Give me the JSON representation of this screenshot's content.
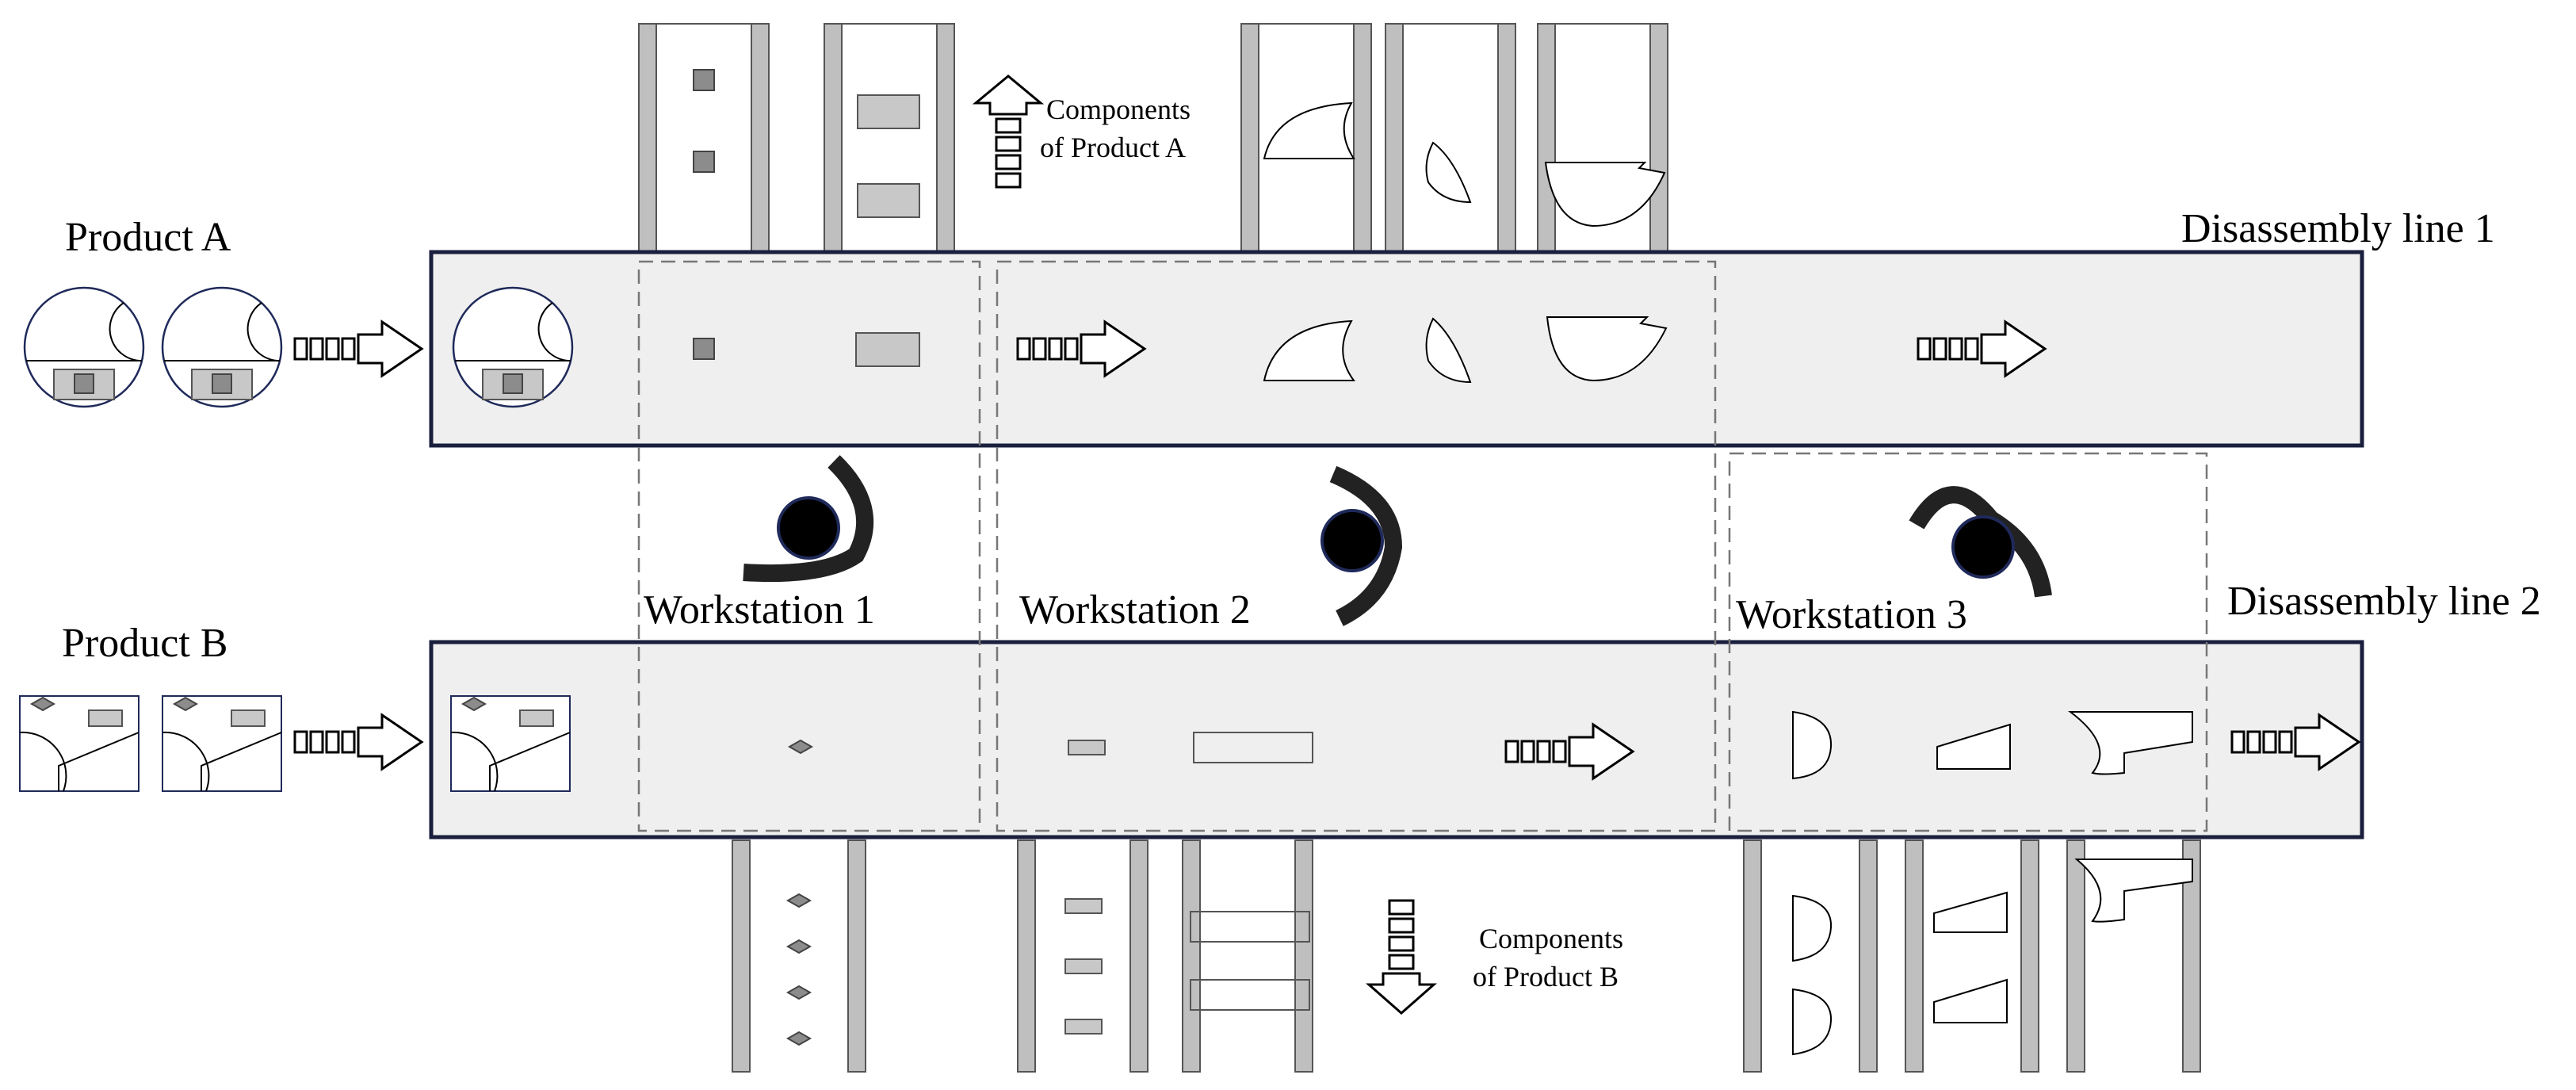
{
  "labels": {
    "product_a": "Product A",
    "product_b": "Product B",
    "line_1": "Disassembly line 1",
    "line_2": "Disassembly line 2",
    "workstation_1": "Workstation 1",
    "workstation_2": "Workstation 2",
    "workstation_3": "Workstation 3",
    "components_a_line1": "Components",
    "components_a_line2": "of Product A",
    "components_b_line1": "Components",
    "components_b_line2": "of Product B"
  },
  "colors": {
    "line_fill": "#efefef",
    "line_border": "#1a1f3d",
    "conveyor_rail": "#bfbfbf",
    "part_dark": "#8c8c8c",
    "part_light": "#c8c8c8",
    "robot": "#222222",
    "robot_joint": "#000000",
    "robot_joint_ring": "#1f2a5a",
    "dashed": "#777777"
  }
}
